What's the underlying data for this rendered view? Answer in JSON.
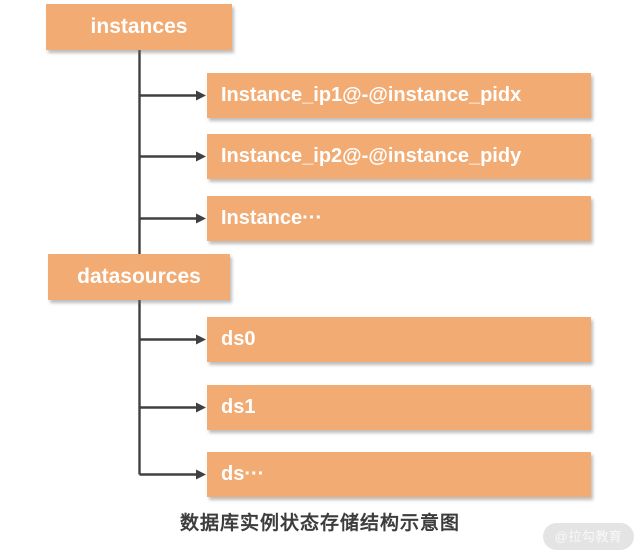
{
  "diagram": {
    "caption": "数据库实例状态存储结构示意图",
    "watermark": "@拉勾教育",
    "tree": [
      {
        "label": "instances",
        "children": [
          "Instance_ip1@-@instance_pidx",
          "Instance_ip2@-@instance_pidy",
          "Instance···"
        ]
      },
      {
        "label": "datasources",
        "children": [
          "ds0",
          "ds1",
          "ds···"
        ]
      }
    ],
    "colors": {
      "node_fill": "#F2AB73",
      "node_text": "#FFFFFF",
      "connector": "#404040",
      "caption_text": "#3D3D3D",
      "watermark_bg": "#E4E4E4",
      "watermark_text": "#F8F8F8"
    }
  }
}
